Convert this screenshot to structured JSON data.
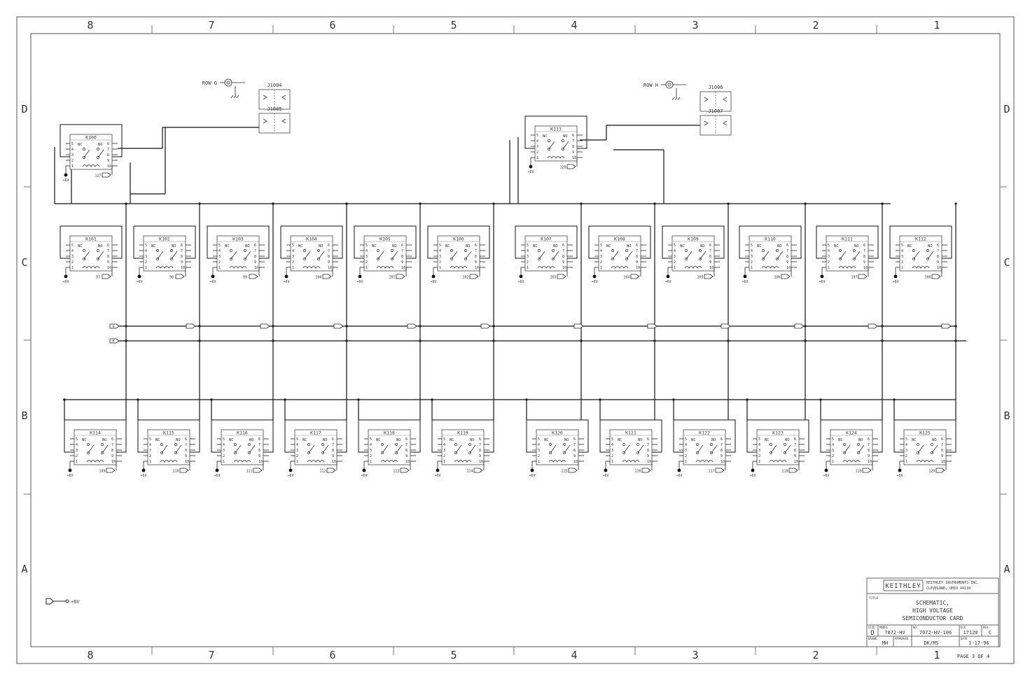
{
  "frame": {
    "col_labels": [
      "8",
      "7",
      "6",
      "5",
      "4",
      "3",
      "2",
      "1"
    ],
    "row_labels": [
      "D",
      "C",
      "B",
      "A"
    ]
  },
  "inputs": [
    {
      "label": "ROW G",
      "connectors": [
        "J1004",
        "J1005"
      ],
      "relay": "K100",
      "ctrl": "127"
    },
    {
      "label": "ROW H",
      "connectors": [
        "J1006",
        "J1007"
      ],
      "relay": "K113",
      "ctrl": "128"
    }
  ],
  "relay_rows": [
    {
      "relays": [
        "K101",
        "K102",
        "K103",
        "K104",
        "K105",
        "K106",
        "K107",
        "K108",
        "K109",
        "K110",
        "K111",
        "K112"
      ],
      "ctrl": [
        "97",
        "98",
        "99",
        "100",
        "101",
        "102",
        "103",
        "104",
        "105",
        "106",
        "107",
        "108"
      ]
    },
    {
      "relays": [
        "K114",
        "K115",
        "K116",
        "K117",
        "K118",
        "K119",
        "K120",
        "K121",
        "K122",
        "K123",
        "K124",
        "K125"
      ],
      "ctrl": [
        "109",
        "110",
        "111",
        "112",
        "113",
        "114",
        "115",
        "116",
        "117",
        "118",
        "119",
        "120"
      ]
    }
  ],
  "bus_tags": [
    "G",
    "H"
  ],
  "pin": {
    "nc": "NC",
    "no": "NO",
    "supply": "+6V"
  },
  "supply_symbol": "+6V",
  "title_block": {
    "company": "KEITHLEY",
    "address1": "KEITHLEY INSTRUMENTS INC.",
    "address2": "CLEVELAND, OHIO 44139",
    "title_label": "TITLE",
    "title1": "SCHEMATIC,",
    "title2": "HIGH VOLTAGE",
    "title3": "SEMICONDUCTOR CARD",
    "size_label": "SIZE",
    "model_label": "MODEL",
    "no_label": "NO.",
    "eco_label": "ECO",
    "rev_label": "REV.",
    "size": "D",
    "model": "7072-HV",
    "drawing_no": "7072-HV-106",
    "eco": "17120",
    "rev": "C",
    "drawn_label": "DRAWN",
    "approved_label": "APPROVED",
    "date_label": "DATE",
    "drawn": "MH",
    "approved": "DK/MS",
    "date": "1-17-96",
    "page": "PAGE 3 OF 4"
  }
}
